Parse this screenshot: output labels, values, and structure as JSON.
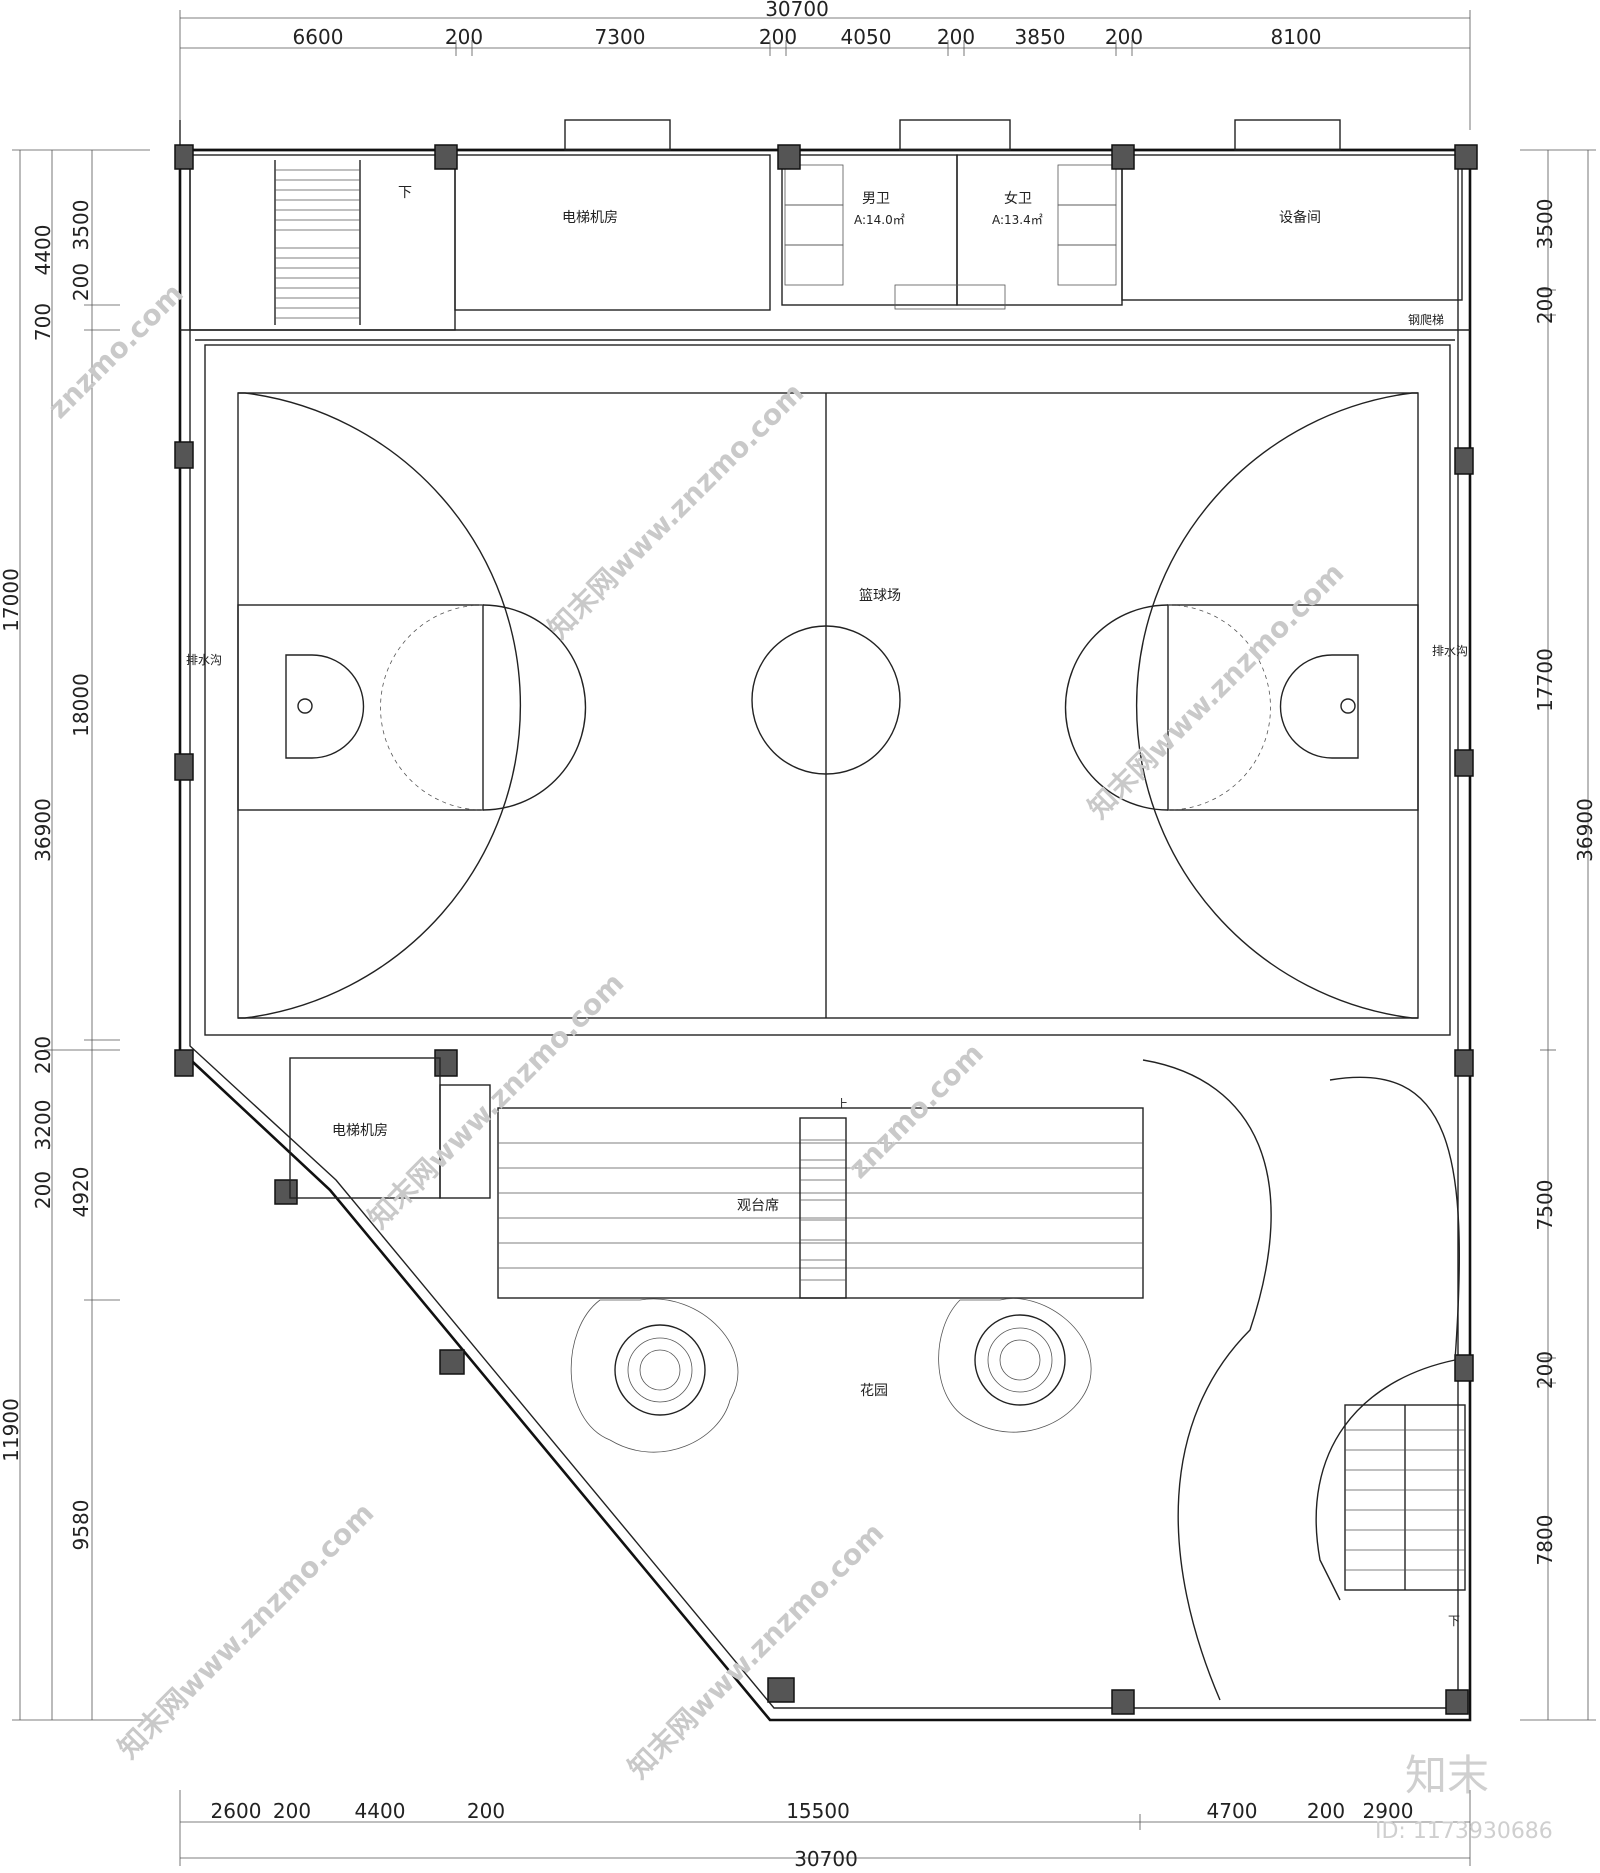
{
  "dimensions": {
    "top_total": "30700",
    "top_segments": [
      "6600",
      "200",
      "7300",
      "200",
      "4050",
      "200",
      "3850",
      "200",
      "8100"
    ],
    "bottom_total": "30700",
    "bottom_segments": [
      "2600",
      "200",
      "4400",
      "200",
      "15500",
      "4700",
      "200",
      "2900"
    ],
    "left_outer": [
      "17000",
      "11900"
    ],
    "left_total": "36900",
    "left_inner": [
      "4400",
      "3500",
      "200",
      "700",
      "18000",
      "200",
      "3200",
      "200",
      "4920",
      "9580"
    ],
    "right_segments": [
      "3500",
      "200",
      "17700",
      "7500",
      "200",
      "7800"
    ],
    "right_total": "36900"
  },
  "rooms": {
    "elevator_room_top": "电梯机房",
    "mens_wc": "男卫",
    "mens_wc_area": "A:14.0㎡",
    "womens_wc": "女卫",
    "womens_wc_area": "A:13.4㎡",
    "equipment_room": "设备间",
    "basketball_court": "篮球场",
    "drain_left": "排水沟",
    "drain_right": "排水沟",
    "steel_ladder": "钢爬梯",
    "elevator_room_bottom": "电梯机房",
    "bleachers": "观台席",
    "garden": "花园",
    "stair_down_top": "下",
    "stair_down_bottom": "下",
    "stair_up": "上"
  },
  "watermark": {
    "site": "znzmo.com",
    "brand": "知末网www.znzmo.com",
    "logo": "知末",
    "id_label": "ID: 1173930686"
  },
  "colors": {
    "line": "#222222",
    "column_fill": "#555555",
    "watermark": "#c9c9c9",
    "background": "#ffffff"
  }
}
